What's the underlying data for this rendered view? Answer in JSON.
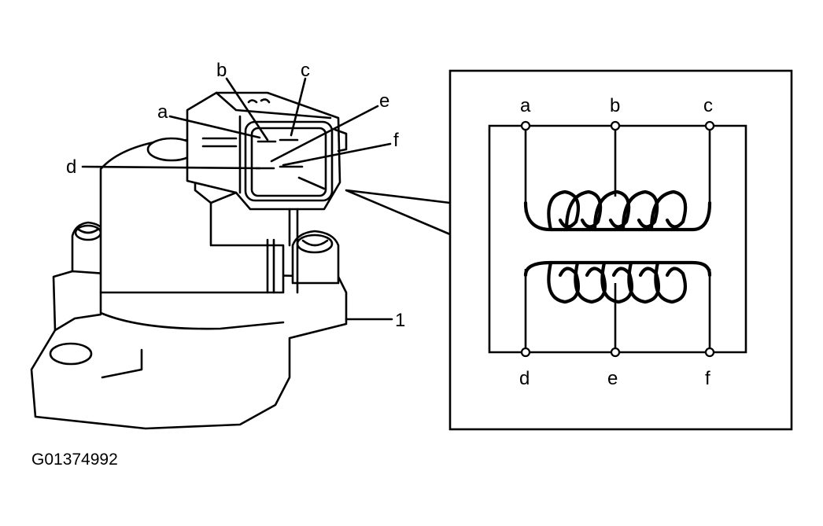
{
  "figure_code": "G01374992",
  "callouts": {
    "a": "a",
    "b": "b",
    "c": "c",
    "d": "d",
    "e": "e",
    "f": "f",
    "part_1": "1"
  },
  "schematic": {
    "top_terminals": [
      "a",
      "b",
      "c"
    ],
    "bottom_terminals": [
      "d",
      "e",
      "f"
    ]
  }
}
